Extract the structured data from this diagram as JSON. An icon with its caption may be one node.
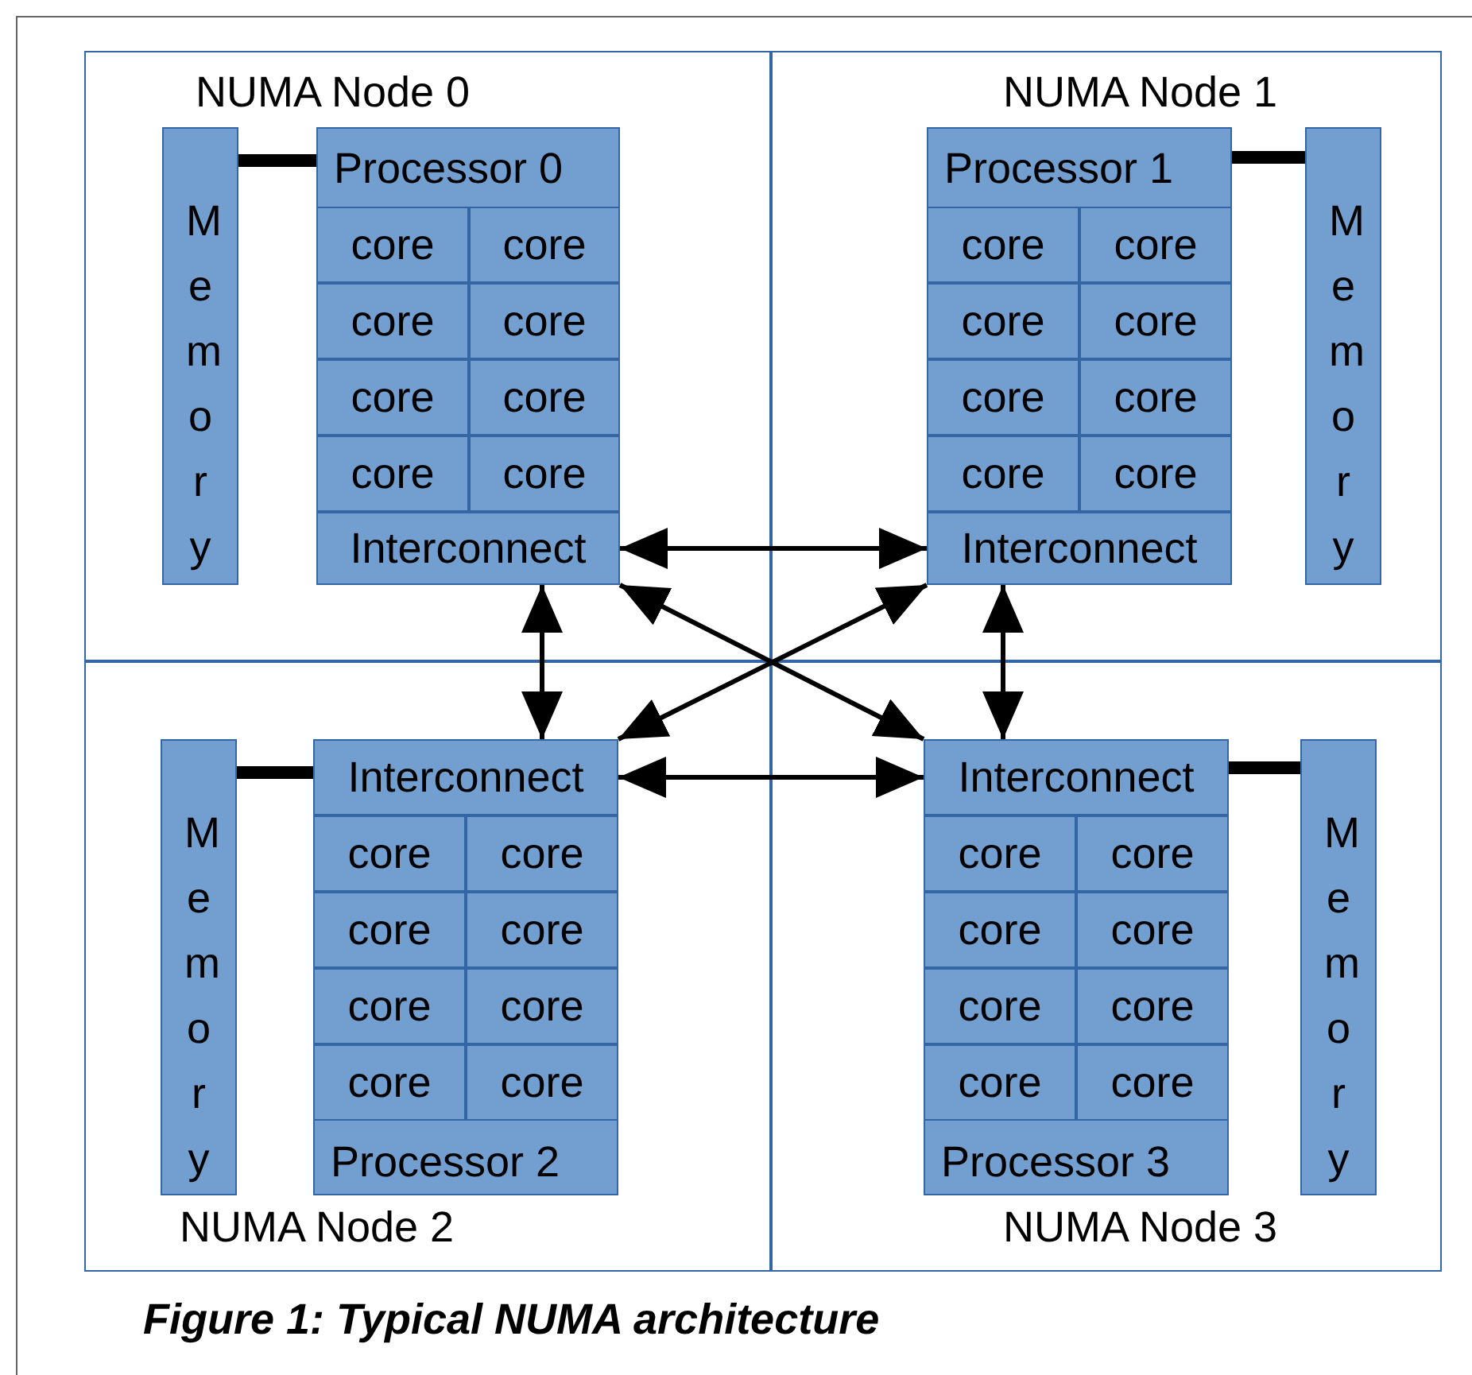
{
  "diagram": {
    "caption": "Figure 1: Typical NUMA architecture",
    "nodes": [
      {
        "text": [
          "NUMA Node 0"
        ]
      },
      {
        "text": [
          "Memory"
        ],
        "in": 0
      },
      {
        "text": [
          "Processor 0"
        ],
        "in": 0
      },
      {
        "text": [
          "core"
        ],
        "in": 2
      },
      {
        "text": [
          "core"
        ],
        "in": 2
      },
      {
        "text": [
          "core"
        ],
        "in": 2
      },
      {
        "text": [
          "core"
        ],
        "in": 2
      },
      {
        "text": [
          "core"
        ],
        "in": 2
      },
      {
        "text": [
          "core"
        ],
        "in": 2
      },
      {
        "text": [
          "core"
        ],
        "in": 2
      },
      {
        "text": [
          "core"
        ],
        "in": 2
      },
      {
        "text": [
          "Interconnect"
        ],
        "in": 2
      },
      {
        "text": [
          "NUMA Node 1"
        ]
      },
      {
        "text": [
          "Processor 1"
        ],
        "in": 12
      },
      {
        "text": [
          "core"
        ],
        "in": 13
      },
      {
        "text": [
          "core"
        ],
        "in": 13
      },
      {
        "text": [
          "core"
        ],
        "in": 13
      },
      {
        "text": [
          "core"
        ],
        "in": 13
      },
      {
        "text": [
          "core"
        ],
        "in": 13
      },
      {
        "text": [
          "core"
        ],
        "in": 13
      },
      {
        "text": [
          "core"
        ],
        "in": 13
      },
      {
        "text": [
          "core"
        ],
        "in": 13
      },
      {
        "text": [
          "Interconnect"
        ],
        "in": 13
      },
      {
        "text": [
          "Memory"
        ],
        "in": 12
      },
      {
        "text": [
          "NUMA Node 2"
        ]
      },
      {
        "text": [
          "Memory"
        ],
        "in": 24
      },
      {
        "text": [
          "Processor 2"
        ],
        "in": 24
      },
      {
        "text": [
          "Interconnect"
        ],
        "in": 26
      },
      {
        "text": [
          "core"
        ],
        "in": 26
      },
      {
        "text": [
          "core"
        ],
        "in": 26
      },
      {
        "text": [
          "core"
        ],
        "in": 26
      },
      {
        "text": [
          "core"
        ],
        "in": 26
      },
      {
        "text": [
          "core"
        ],
        "in": 26
      },
      {
        "text": [
          "core"
        ],
        "in": 26
      },
      {
        "text": [
          "core"
        ],
        "in": 26
      },
      {
        "text": [
          "core"
        ],
        "in": 26
      },
      {
        "text": [
          "NUMA Node 3"
        ]
      },
      {
        "text": [
          "Processor 3"
        ],
        "in": 36
      },
      {
        "text": [
          "Interconnect"
        ],
        "in": 37
      },
      {
        "text": [
          "core"
        ],
        "in": 37
      },
      {
        "text": [
          "core"
        ],
        "in": 37
      },
      {
        "text": [
          "core"
        ],
        "in": 37
      },
      {
        "text": [
          "core"
        ],
        "in": 37
      },
      {
        "text": [
          "core"
        ],
        "in": 37
      },
      {
        "text": [
          "core"
        ],
        "in": 37
      },
      {
        "text": [
          "core"
        ],
        "in": 37
      },
      {
        "text": [
          "core"
        ],
        "in": 37
      },
      {
        "text": [
          "Memory"
        ],
        "in": 36
      }
    ],
    "edges": [
      {
        "from": 1,
        "to": 2,
        "arrow": "none",
        "style": "thick"
      },
      {
        "from": 13,
        "to": 23,
        "arrow": "none",
        "style": "thick"
      },
      {
        "from": 25,
        "to": 26,
        "arrow": "none",
        "style": "thick"
      },
      {
        "from": 37,
        "to": 47,
        "arrow": "none",
        "style": "thick"
      },
      {
        "from": 11,
        "to": 22,
        "arrow": "both"
      },
      {
        "from": 11,
        "to": 27,
        "arrow": "both"
      },
      {
        "from": 11,
        "to": 38,
        "arrow": "both"
      },
      {
        "from": 22,
        "to": 27,
        "arrow": "both"
      },
      {
        "from": 22,
        "to": 38,
        "arrow": "both"
      },
      {
        "from": 27,
        "to": 38,
        "arrow": "both"
      }
    ]
  }
}
